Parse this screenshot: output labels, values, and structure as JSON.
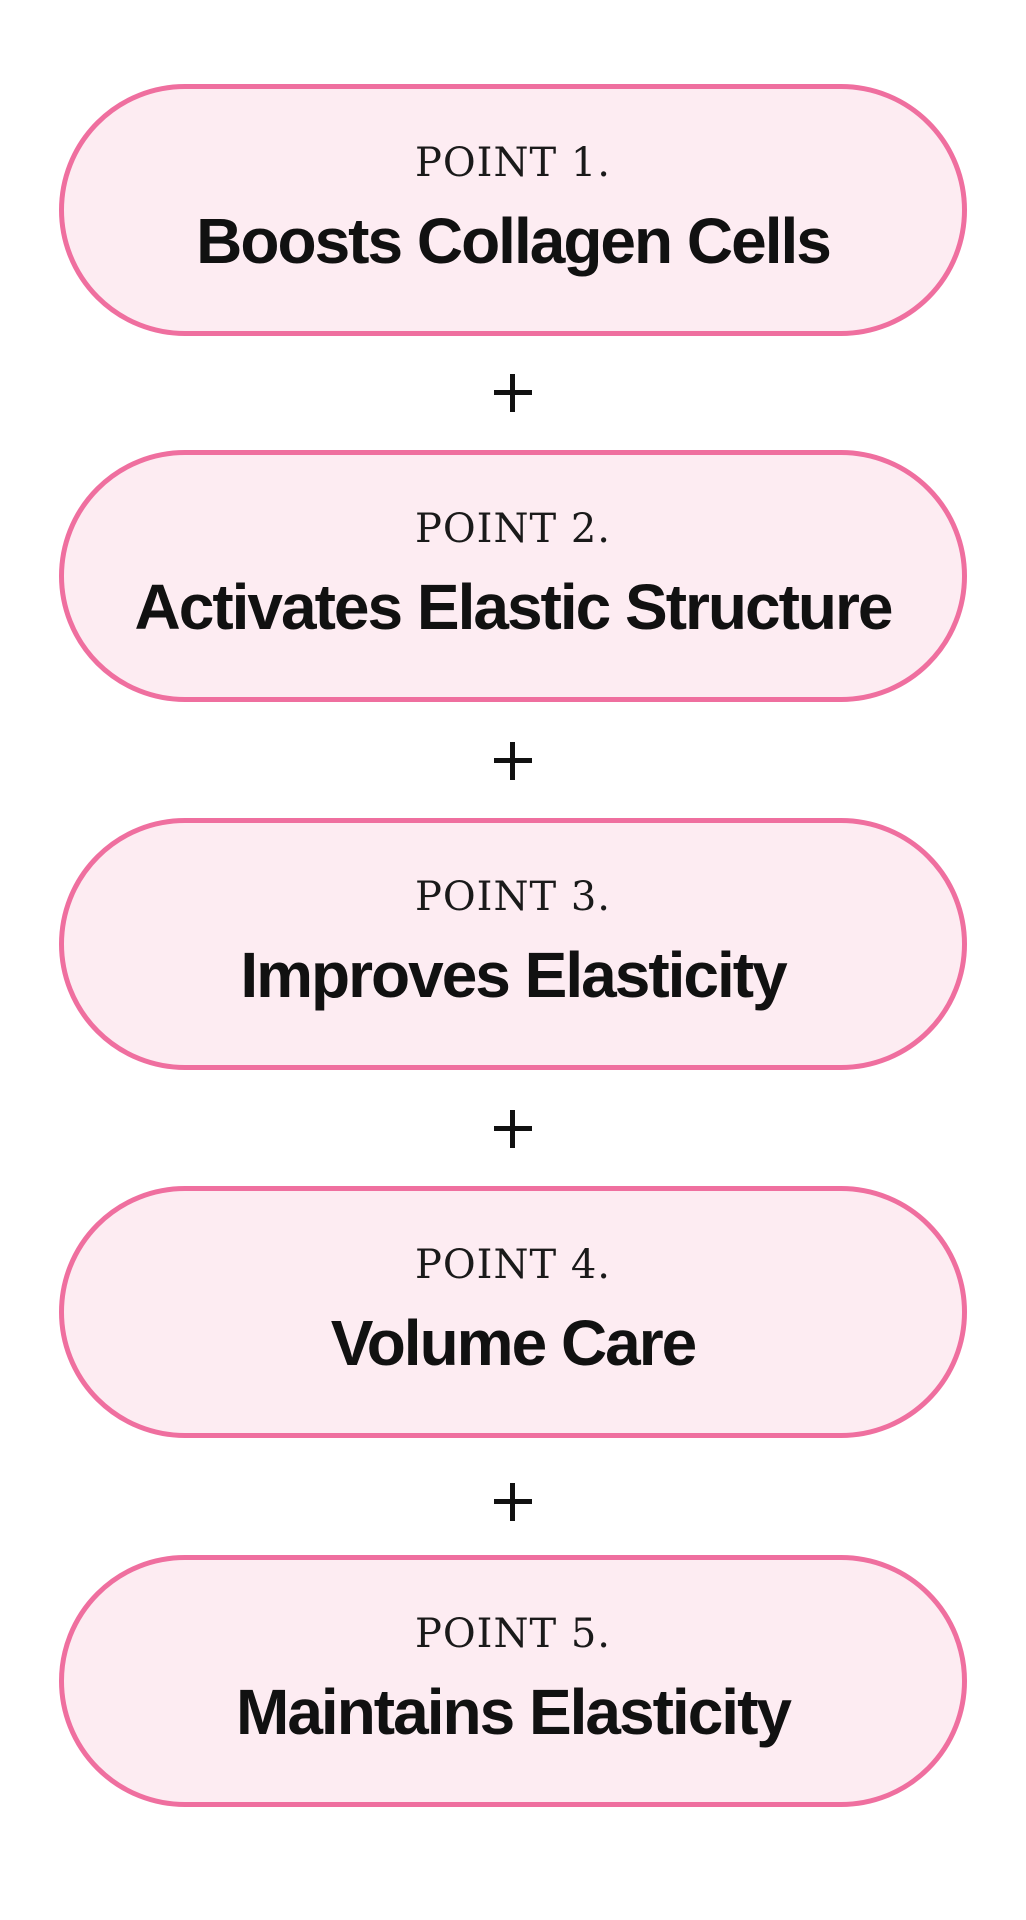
{
  "points": [
    {
      "eyebrow": "POINT 1.",
      "title": "Boosts Collagen Cells"
    },
    {
      "eyebrow": "POINT 2.",
      "title": "Activates Elastic Structure"
    },
    {
      "eyebrow": "POINT 3.",
      "title": "Improves Elasticity"
    },
    {
      "eyebrow": "POINT 4.",
      "title": "Volume Care"
    },
    {
      "eyebrow": "POINT 5.",
      "title": "Maintains Elasticity"
    }
  ],
  "separator_icon": "plus-icon",
  "colors": {
    "pill_border": "#ef6f9f",
    "pill_fill": "#fdecf2",
    "text": "#111111",
    "background": "#ffffff"
  }
}
